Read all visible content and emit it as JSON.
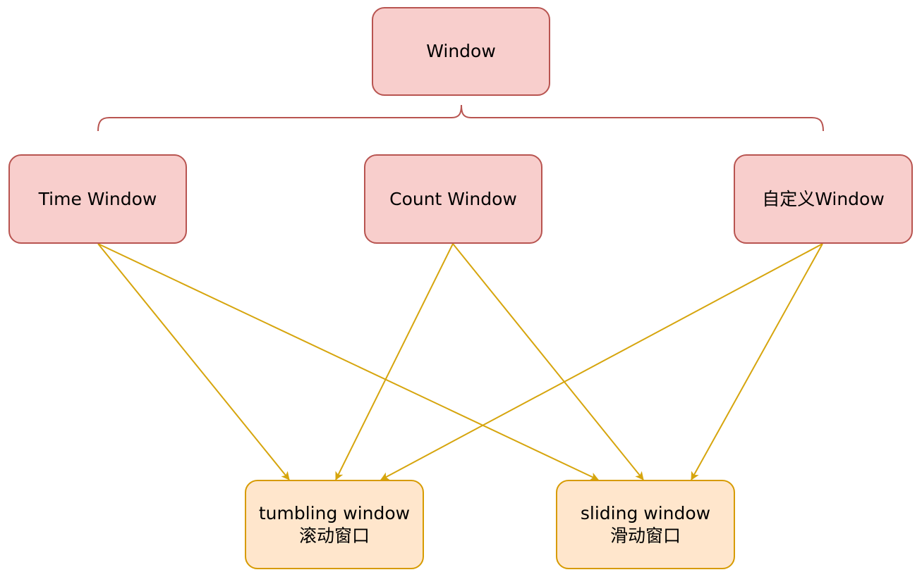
{
  "colors": {
    "parent_fill": "#f8cecc",
    "parent_stroke": "#b85450",
    "leaf_fill": "#ffe6cc",
    "leaf_stroke": "#d79b00",
    "edge": "#d6a50d",
    "brace": "#b85450"
  },
  "nodes": {
    "root": {
      "label": "Window"
    },
    "time_window": {
      "label": "Time Window"
    },
    "count_window": {
      "label": "Count Window"
    },
    "custom_window": {
      "label": "自定义Window"
    },
    "tumbling_window": {
      "line1": "tumbling window",
      "line2": "滚动窗口"
    },
    "sliding_window": {
      "line1": "sliding window",
      "line2": "滑动窗口"
    }
  },
  "edges": [
    {
      "from": "time_window",
      "to": "tumbling_window"
    },
    {
      "from": "time_window",
      "to": "sliding_window"
    },
    {
      "from": "count_window",
      "to": "tumbling_window"
    },
    {
      "from": "count_window",
      "to": "sliding_window"
    },
    {
      "from": "custom_window",
      "to": "tumbling_window"
    },
    {
      "from": "custom_window",
      "to": "sliding_window"
    }
  ]
}
